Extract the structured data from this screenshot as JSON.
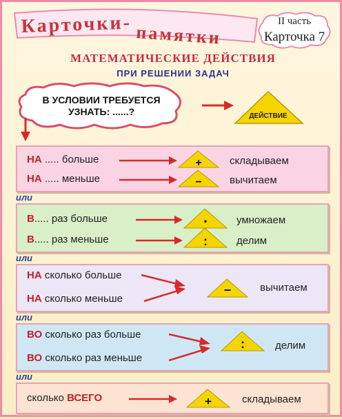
{
  "header": {
    "title_line1": "Карточки-",
    "title_line2": "памятки",
    "part": "II часть",
    "card": "Карточка 7"
  },
  "subtitle": {
    "line1": "Математические действия",
    "line2": "при решении задач"
  },
  "intro": {
    "cloud_line1": "В условии требуется",
    "cloud_line2": "узнать: ......?",
    "action_label": "действие"
  },
  "sections": [
    {
      "rows": [
        {
          "kw": "НА",
          "text": "..... больше",
          "op": "+",
          "result": "складываем"
        },
        {
          "kw": "НА",
          "text": "..... меньше",
          "op": "−",
          "result": "вычитаем"
        }
      ]
    },
    {
      "separator": "или",
      "rows": [
        {
          "kw": "В",
          "text": "..... раз больше",
          "op": "⋅",
          "result": "умножаем"
        },
        {
          "kw": "В",
          "text": "..... раз меньше",
          "op": ":",
          "result": "делим"
        }
      ]
    },
    {
      "separator": "или",
      "rows": [
        {
          "kw": "НА",
          "text": "сколько больше"
        },
        {
          "kw": "НА",
          "text": "сколько меньше"
        }
      ],
      "op": "−",
      "result": "вычитаем"
    },
    {
      "separator": "или",
      "rows": [
        {
          "kw": "ВО",
          "text": "сколько раз больше"
        },
        {
          "kw": "ВО",
          "text": "сколько раз меньше"
        }
      ],
      "op": ":",
      "result": "делим"
    },
    {
      "separator": "или",
      "rows": [
        {
          "pre": "сколько",
          "kw": "ВСЕГО"
        }
      ],
      "op": "+",
      "result": "складываем"
    }
  ],
  "colors": {
    "border": "#f08aa8",
    "keyword": "#c51f2a",
    "separator": "#2a3fa0",
    "arrow": "#d62a2a",
    "triangle": "#f5d400",
    "panel1": "#fbd4e3",
    "panel2": "#d9efc8",
    "panel3": "#ece6f6",
    "panel4": "#cfe7f5",
    "panel5": "#fde3d2"
  }
}
